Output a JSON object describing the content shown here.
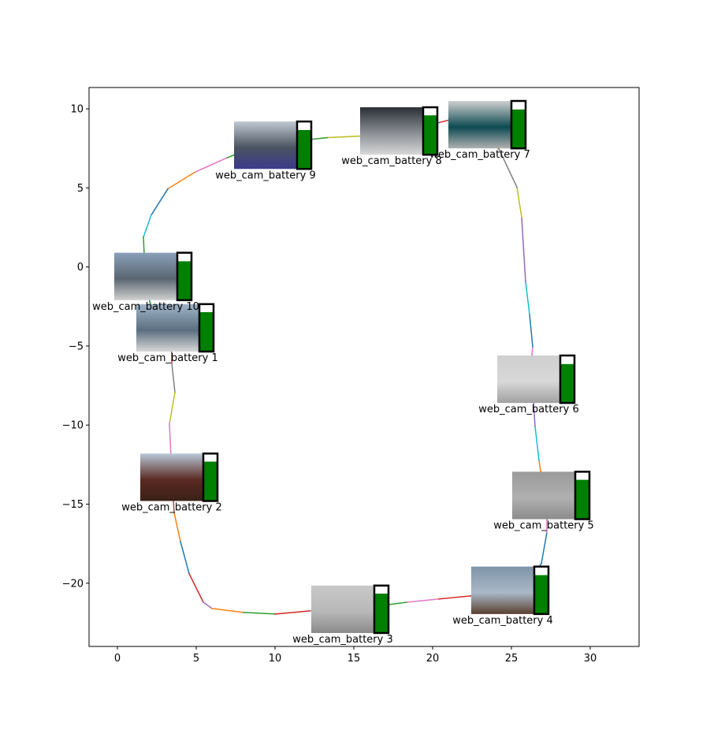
{
  "chart_data": {
    "type": "line",
    "title": "",
    "xlabel": "",
    "ylabel": "",
    "xlim": [
      -1.8,
      33.1
    ],
    "ylim": [
      -24.0,
      11.35
    ],
    "xticks": [
      0,
      5,
      10,
      15,
      20,
      25,
      30
    ],
    "yticks": [
      10,
      5,
      0,
      -5,
      -10,
      -15,
      -20
    ],
    "xtick_labels": [
      "0",
      "5",
      "10",
      "15",
      "20",
      "25",
      "30"
    ],
    "ytick_labels": [
      "10",
      "5",
      "0",
      "−5",
      "−10",
      "−15",
      "−20"
    ],
    "grid": false,
    "path": {
      "x": [
        3.2,
        3.45,
        3.45,
        3.65,
        3.3,
        3.4,
        3.6,
        4.0,
        4.55,
        5.45,
        6.0,
        8.0,
        10.0,
        12.25,
        17.25,
        18.4,
        20.4,
        22.45,
        26.6,
        26.9,
        27.25,
        27.25,
        26.85,
        26.75,
        26.5,
        26.4,
        26.3,
        26.35,
        26.15,
        25.9,
        25.65,
        25.35,
        24.2,
        21.0,
        20.4,
        15.4,
        13.3,
        12.4,
        7.4,
        6.9,
        4.9,
        3.2,
        2.15,
        1.65,
        1.7,
        2.05,
        3.2
      ],
      "y": [
        -4.59,
        -5.44,
        -6.08,
        -7.93,
        -9.93,
        -12.02,
        -15.56,
        -17.36,
        -19.4,
        -21.2,
        -21.6,
        -21.85,
        -21.95,
        -21.75,
        -21.35,
        -21.2,
        -21.0,
        -20.8,
        -19.2,
        -18.75,
        -16.8,
        -15.96,
        -12.92,
        -12.22,
        -10.07,
        -8.58,
        -5.54,
        -5.04,
        -2.99,
        -0.95,
        3.14,
        5.04,
        7.48,
        9.28,
        9.13,
        8.28,
        8.18,
        8.08,
        7.08,
        6.88,
        5.99,
        4.94,
        3.29,
        1.9,
        0.8,
        -2.19,
        -4.59
      ],
      "segment_colors": [
        "#1f77b4",
        "#d62728",
        "#7f7f7f",
        "#bcbd22",
        "#e377c2",
        "#8c564b",
        "#ff7f0e",
        "#1f77b4",
        "#d62728",
        "#9467bd",
        "#ff7f0e",
        "#2ca02c",
        "#d62728",
        "#7f7f7f",
        "#2ca02c",
        "#e377c2",
        "#d62728",
        "#8c564b",
        "#1f77b4",
        "#1f77b4",
        "#e377c2",
        "#7f7f7f",
        "#ff7f0e",
        "#17becf",
        "#9467bd",
        "#9467bd",
        "#e377c2",
        "#1f77b4",
        "#17becf",
        "#9467bd",
        "#bcbd22",
        "#7f7f7f",
        "#8c564b",
        "#d62728",
        "#1f77b4",
        "#bcbd22",
        "#2ca02c",
        "#9467bd",
        "#2ca02c",
        "#e377c2",
        "#ff7f0e",
        "#1f77b4",
        "#17becf",
        "#2ca02c",
        "#1f77b4",
        "#2ca02c"
      ]
    },
    "cameras": [
      {
        "label": "web_cam_battery 1",
        "x": 3.2,
        "y": -3.85,
        "battery": 0.83,
        "thumb": [
          "#9fb4c8",
          "#5b6f80",
          "#d8d8d8"
        ]
      },
      {
        "label": "web_cam_battery 2",
        "x": 3.45,
        "y": -13.3,
        "battery": 0.83,
        "thumb": [
          "#b8c8d8",
          "#5a2a22",
          "#3a2018"
        ]
      },
      {
        "label": "web_cam_battery 3",
        "x": 14.3,
        "y": -21.65,
        "battery": 0.83,
        "thumb": [
          "#c8c8c8",
          "#b8b8b8",
          "#8a8a8a"
        ]
      },
      {
        "label": "web_cam_battery 4",
        "x": 24.45,
        "y": -20.45,
        "battery": 0.82,
        "thumb": [
          "#7f94a8",
          "#aab8c8",
          "#5a4030"
        ]
      },
      {
        "label": "web_cam_battery 5",
        "x": 27.05,
        "y": -14.45,
        "battery": 0.83,
        "thumb": [
          "#9a9a9a",
          "#b0b0b0",
          "#8c8c8c"
        ]
      },
      {
        "label": "web_cam_battery 6",
        "x": 26.1,
        "y": -7.1,
        "battery": 0.82,
        "thumb": [
          "#cfcfcf",
          "#d8d8d8",
          "#a0a0a0"
        ]
      },
      {
        "label": "web_cam_battery 7",
        "x": 23.0,
        "y": 9.0,
        "battery": 0.82,
        "thumb": [
          "#d0d0d0",
          "#0e4a52",
          "#b0b0b0"
        ]
      },
      {
        "label": "web_cam_battery 8",
        "x": 17.4,
        "y": 8.6,
        "battery": 0.83,
        "thumb": [
          "#2a2f36",
          "#8c9096",
          "#d8d8d8"
        ]
      },
      {
        "label": "web_cam_battery 9",
        "x": 9.4,
        "y": 7.7,
        "battery": 0.82,
        "thumb": [
          "#c0c8d2",
          "#4a5460",
          "#3a3a8a"
        ]
      },
      {
        "label": "web_cam_battery 10",
        "x": 1.8,
        "y": -0.6,
        "battery": 0.82,
        "thumb": [
          "#8aa0b8",
          "#5a6672",
          "#d0d0d0"
        ]
      }
    ],
    "battery_fill_color": "#008000",
    "thumb_width_units": 4.0,
    "thumb_height_units": 3.0,
    "battery_width_units": 0.9
  }
}
